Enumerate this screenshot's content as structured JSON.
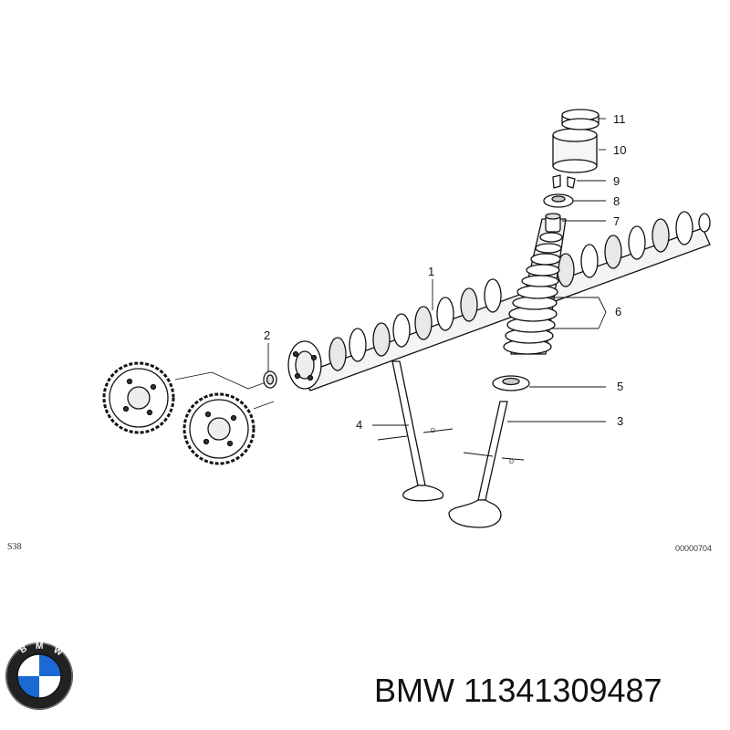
{
  "diagram": {
    "labels": [
      {
        "id": "1",
        "text": "1"
      },
      {
        "id": "2",
        "text": "2"
      },
      {
        "id": "3",
        "text": "3"
      },
      {
        "id": "4",
        "text": "4"
      },
      {
        "id": "5",
        "text": "5"
      },
      {
        "id": "6",
        "text": "6"
      },
      {
        "id": "7",
        "text": "7"
      },
      {
        "id": "8",
        "text": "8"
      },
      {
        "id": "9",
        "text": "9"
      },
      {
        "id": "10",
        "text": "10"
      },
      {
        "id": "11",
        "text": "11"
      }
    ],
    "dimension_mark": "D",
    "code_left": "S38",
    "code_right": "00000704"
  },
  "logo": {
    "letters": "BMW",
    "colors": {
      "blue": "#1c69d4",
      "white": "#ffffff",
      "ring": "#111111"
    }
  },
  "product": {
    "brand": "BMW",
    "number": "11341309487"
  }
}
